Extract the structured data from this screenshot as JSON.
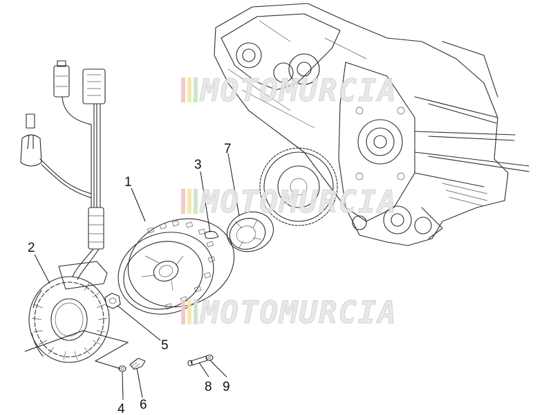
{
  "diagram": {
    "callouts": [
      {
        "id": "c1",
        "label": "1"
      },
      {
        "id": "c2",
        "label": "2"
      },
      {
        "id": "c3",
        "label": "3"
      },
      {
        "id": "c4",
        "label": "4"
      },
      {
        "id": "c5",
        "label": "5"
      },
      {
        "id": "c6",
        "label": "6"
      },
      {
        "id": "c7",
        "label": "7"
      },
      {
        "id": "c8",
        "label": "8"
      },
      {
        "id": "c9",
        "label": "9"
      }
    ],
    "watermark": {
      "text": "MOTOMURCIA",
      "stripe_colors": [
        "#f3c6c6",
        "#f5e6a8",
        "#c8e6c0"
      ]
    }
  }
}
